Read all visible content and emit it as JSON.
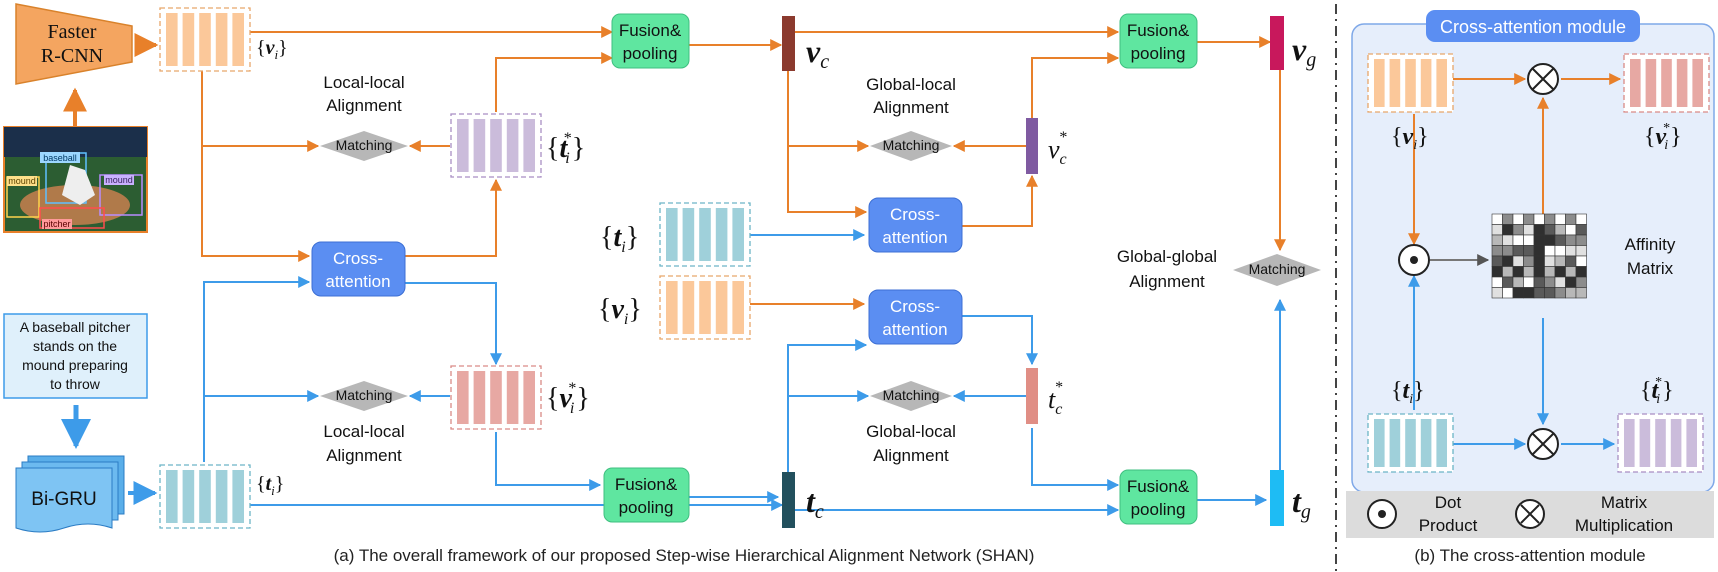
{
  "diagram": {
    "faster_rcnn": {
      "line1": "Faster",
      "line2": "R-CNN"
    },
    "bigru": {
      "label": "Bi-GRU"
    },
    "query_text": [
      "A baseball pitcher",
      "stands on the",
      "mound preparing",
      "to throw"
    ],
    "photo_labels": {
      "baseball": "baseball",
      "mound_left": "mound",
      "mound_right": "mound",
      "pitcher": "pitcher"
    },
    "fusion_label": {
      "line1": "Fusion&",
      "line2": "pooling"
    },
    "cross_label": {
      "line1": "Cross-",
      "line2": "attention"
    },
    "matching_label": "Matching",
    "alignments": {
      "local_local_top": {
        "line1": "Local-local",
        "line2": "Alignment"
      },
      "local_local_bottom": {
        "line1": "Local-local",
        "line2": "Alignment"
      },
      "global_local_top": {
        "line1": "Global-local",
        "line2": "Alignment"
      },
      "global_local_bottom": {
        "line1": "Global-local",
        "line2": "Alignment"
      },
      "global_global": {
        "line1": "Global-global",
        "line2": "Alignment"
      }
    },
    "math": {
      "v": "v",
      "t": "t",
      "c": "c",
      "g": "g",
      "i": "i",
      "star": "*",
      "lbrace": "{",
      "rbrace": "}"
    },
    "cross_module": {
      "title": "Cross-attention module",
      "affinity": {
        "line1": "Affinity",
        "line2": "Matrix"
      },
      "legend": {
        "dot": {
          "line1": "Dot",
          "line2": "Product"
        },
        "mult": {
          "line1": "Matrix",
          "line2": "Multiplication"
        }
      }
    },
    "captions": {
      "a": "(a) The overall framework of our proposed Step-wise Hierarchical Alignment Network (SHAN)",
      "b": "(b) The cross-attention module"
    },
    "colors": {
      "orange": "#e8802a",
      "blue": "#3d9be9",
      "green": "#5fe6a0",
      "cross_box": "#5b8ef2",
      "matching": "#b7b7b7",
      "feat_orange": "#fbc89a",
      "feat_purple": "#cbbcdb",
      "feat_red": "#e7a8a3",
      "feat_teal": "#9fd0da",
      "vc": "#8b3a2e",
      "vg": "#c8185c",
      "vcstar": "#7f5aa1",
      "tc": "#22505d",
      "tg": "#1ebcf4",
      "tcstar": "#e08e85",
      "panel": "#e6eefb"
    }
  }
}
